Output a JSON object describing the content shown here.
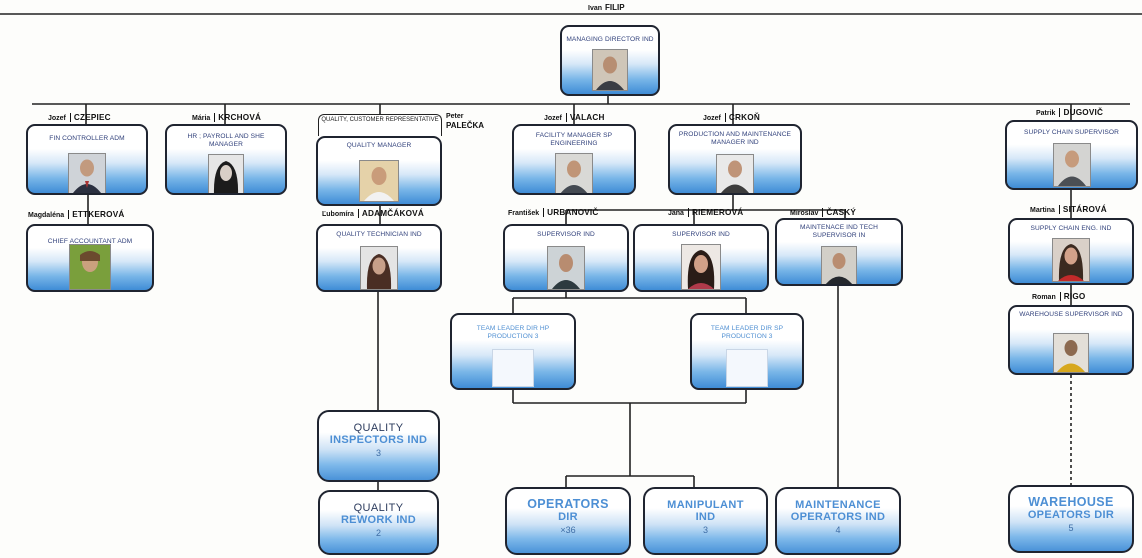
{
  "director": {
    "first": "Ivan",
    "last": "FILIP",
    "role": "MANAGING DIRECTOR IND"
  },
  "row1": [
    {
      "first": "Jozef",
      "last": "CZEPIEC",
      "role": "FIN CONTROLLER ADM"
    },
    {
      "first": "Mária",
      "last": "KRCHOVÁ",
      "role": "HR ; PAYROLL AND SHE MANAGER"
    },
    {
      "tag": "QUALITY, CUSTOMER REPRESENTATIVE",
      "first": "Peter",
      "last": "PALEČKA",
      "role": "QUALITY MANAGER"
    },
    {
      "first": "Jozef",
      "last": "VALACH",
      "role": "FACILITY MANAGER SP ENGINEERING"
    },
    {
      "first": "Jozef",
      "last": "CRKOŇ",
      "role": "PRODUCTION AND MAINTENANCE MANAGER IND"
    },
    {
      "first": "Patrik",
      "last": "DUGOVIČ",
      "role": "SUPPLY CHAIN SUPERVISOR"
    }
  ],
  "row2": [
    {
      "first": "Magdaléna",
      "last": "ETTKEROVÁ",
      "role": "CHIEF ACCOUNTANT ADM"
    },
    {
      "first": "Ľubomíra",
      "last": "ADAMČÁKOVÁ",
      "role": "QUALITY TECHNICIAN IND"
    },
    {
      "first": "František",
      "last": "URBANOVIČ",
      "role": "SUPERVISOR IND"
    },
    {
      "first": "Jana",
      "last": "RIEMEROVÁ",
      "role": "SUPERVISOR IND"
    },
    {
      "first": "Miroslav",
      "last": "ČASKÝ",
      "role": "MAINTENACE IND TECH SUPERVISOR IN"
    },
    {
      "first": "Martina",
      "last": "SITÁROVÁ",
      "role": "SUPPLY CHAIN ENG. IND"
    }
  ],
  "row3": [
    {
      "role": "TEAM LEADER DIR HP PRODUCTION 3"
    },
    {
      "role": "TEAM LEADER DIR SP PRODUCTION 3"
    },
    {
      "first": "Roman",
      "last": "RIGO",
      "role": "WAREHOUSE SUPERVISOR IND"
    }
  ],
  "teams": [
    {
      "line1": "QUALITY",
      "line2": "INSPECTORS IND",
      "count": "3"
    },
    {
      "line1": "QUALITY",
      "line2": "REWORK IND",
      "count": "2"
    },
    {
      "line1": "OPERATORS",
      "line2": "DIR",
      "count": "×36"
    },
    {
      "line1": "MANIPULANT",
      "line2": "IND",
      "count": "3"
    },
    {
      "line1": "MAINTENANCE",
      "line2": "OPERATORS IND",
      "count": "4"
    },
    {
      "line1": "WAREHOUSE",
      "line2": "OPEATORS DIR",
      "count": "5"
    }
  ],
  "colors": {
    "accent": "#4d8fd4",
    "box_border": "#1f2430",
    "line": "#222222"
  }
}
